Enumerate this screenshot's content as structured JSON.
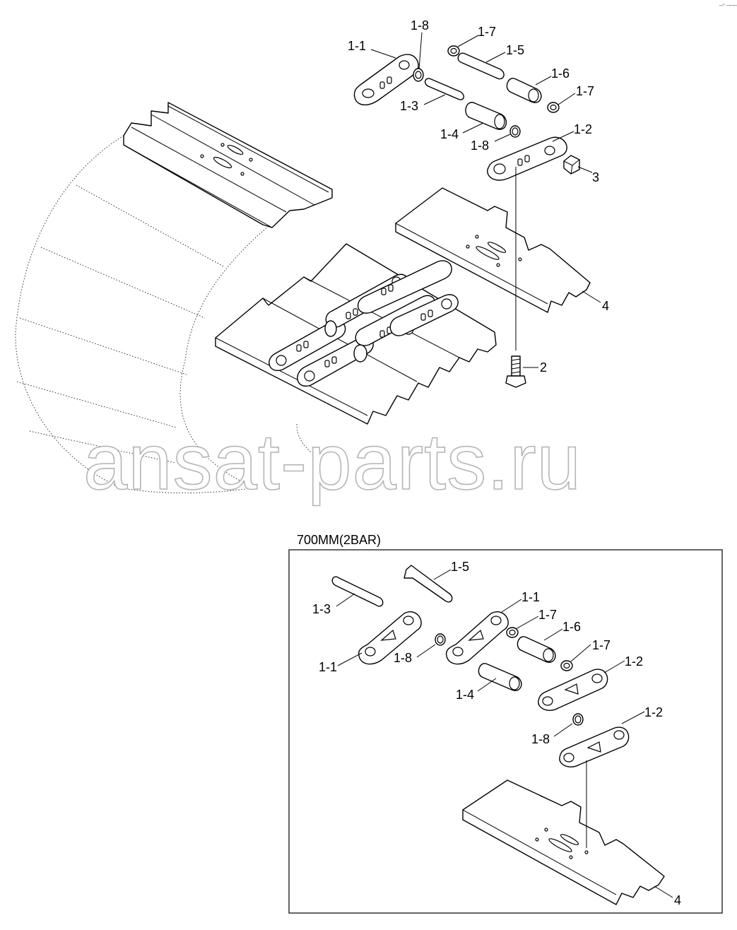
{
  "corner_code": "ꟷ°' ꟷꟷꟷ",
  "watermark": "ansat-parts.ru",
  "inset": {
    "title": "700MM(2BAR)"
  },
  "labels": {
    "top": {
      "l11": "1-1",
      "l18a": "1-8",
      "l17a": "1-7",
      "l15": "1-5",
      "l16": "1-6",
      "l17b": "1-7",
      "l13": "1-3",
      "l14": "1-4",
      "l18b": "1-8",
      "l12": "1-2",
      "l3": "3",
      "l4": "4",
      "l2": "2"
    },
    "inset": {
      "l15": "1-5",
      "l13": "1-3",
      "l11a": "1-1",
      "l17a": "1-7",
      "l16": "1-6",
      "l11b": "1-1",
      "l18a": "1-8",
      "l17b": "1-7",
      "l12a": "1-2",
      "l14": "1-4",
      "l12b": "1-2",
      "l18b": "1-8",
      "l4": "4"
    }
  }
}
